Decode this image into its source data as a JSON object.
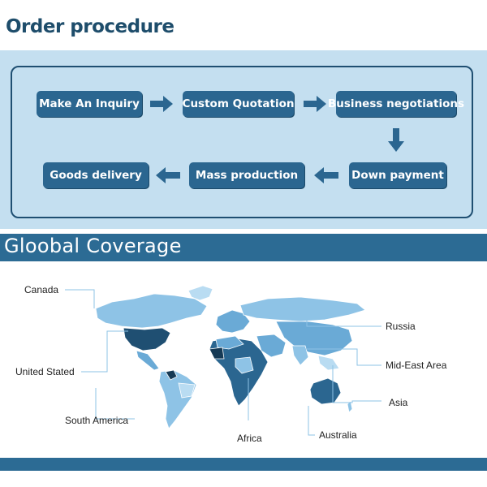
{
  "header": {
    "title": "Order procedure"
  },
  "process": {
    "steps": [
      "Make An Inquiry",
      "Custom Quotation",
      "Business negotiations",
      "Down payment",
      "Mass production",
      "Goods delivery"
    ]
  },
  "coverage": {
    "title": "Gloobal Coverage",
    "regions": [
      "Canada",
      "United Stated",
      "South America",
      "Africa",
      "Russia",
      "Mid-East Area",
      "Asia",
      "Australia"
    ]
  },
  "colors": {
    "accent": "#2b6690",
    "band": "#c4dff0",
    "bar": "#2c6b94",
    "map_light": "#8ec3e6",
    "map_dark": "#1f4f72"
  }
}
